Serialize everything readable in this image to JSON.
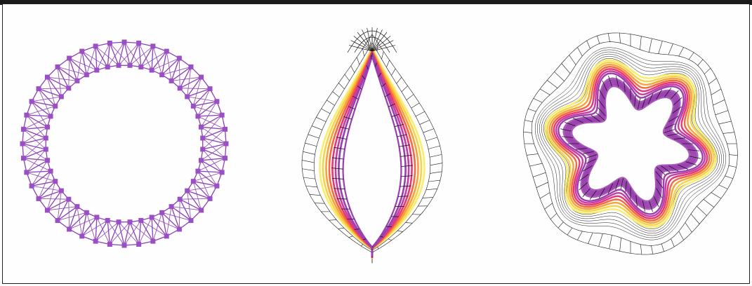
{
  "figure": {
    "panels": [
      {
        "name": "ring-mesh-panel",
        "shape": "ring",
        "stage": "initial"
      },
      {
        "name": "teardrop-mesh-panel",
        "shape": "teardrop",
        "stage": "intermediate"
      },
      {
        "name": "folded-mesh-panel",
        "shape": "lobed-fold",
        "stage": "late"
      }
    ],
    "colors": {
      "node": "#9a4fc4",
      "mesh_line": "#8a3fb8",
      "frame": "#222222",
      "grid_line": "#1a1a1a",
      "gradient": [
        "#9b3fb0",
        "#c23ea0",
        "#e8357a",
        "#f56a3c",
        "#f8a23a",
        "#f7d24a",
        "#f8ee6a"
      ]
    }
  }
}
